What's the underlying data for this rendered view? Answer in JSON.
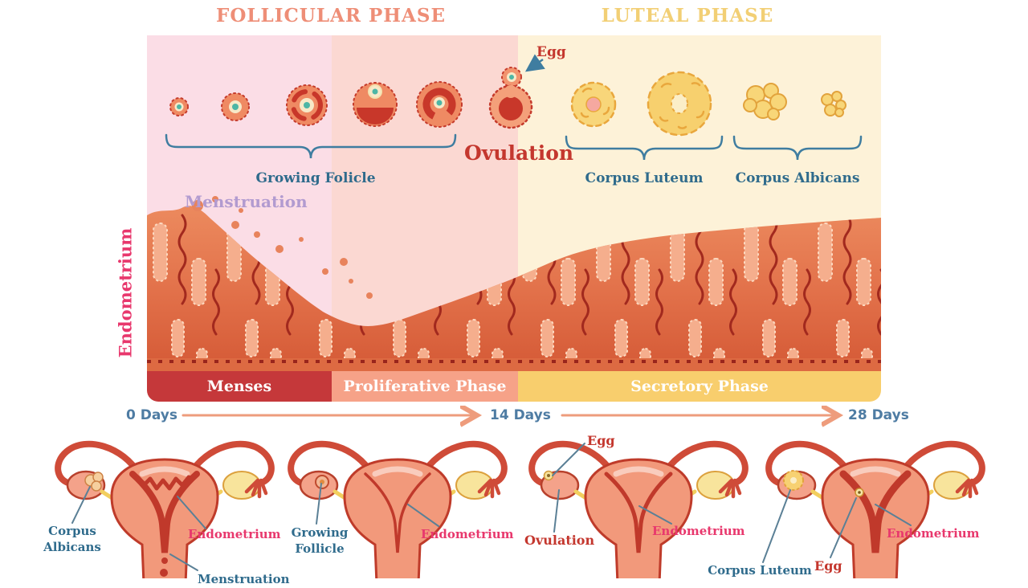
{
  "titles": {
    "follicular": "FOLLICULAR PHASE",
    "luteal": "LUTEAL PHASE"
  },
  "diagram_labels": {
    "egg": "Egg",
    "ovulation": "Ovulation",
    "growing_folicle": "Growing Folicle",
    "corpus_luteum": "Corpus Luteum",
    "corpus_albicans": "Corpus Albicans",
    "menstruation": "Menstruation",
    "endometrium_axis": "Endometrium"
  },
  "phases": [
    {
      "label": "Menses",
      "color": "#c5383a"
    },
    {
      "label": "Proliferative Phase",
      "color": "#f6a288"
    },
    {
      "label": "Secretory Phase",
      "color": "#f8ce6d"
    }
  ],
  "timeline": {
    "start": "0 Days",
    "mid": "14 Days",
    "end": "28 Days"
  },
  "uteri": [
    {
      "stage": "menses",
      "labels": {
        "feature": "Corpus Albicans",
        "endometrium": "Endometrium",
        "extra": "Menstruation"
      }
    },
    {
      "stage": "proliferative",
      "labels": {
        "feature": "Growing Follicle",
        "endometrium": "Endometrium"
      }
    },
    {
      "stage": "ovulation",
      "labels": {
        "egg": "Egg",
        "feature": "Ovulation",
        "endometrium": "Endometrium"
      }
    },
    {
      "stage": "secretory",
      "labels": {
        "feature": "Corpus Luteum",
        "egg": "Egg",
        "endometrium": "Endometrium"
      }
    }
  ],
  "colors": {
    "follicular_title": "#ee8e77",
    "luteal_title": "#f2cf75",
    "panel_follicular": "#fbdde6",
    "panel_mid": "#fbd8d2",
    "panel_luteal": "#fdf2d8",
    "red_label": "#c4372e",
    "teal_label": "#2f6b8c",
    "pink_label": "#e8386d",
    "purple_label": "#b29bd0",
    "timeline_text": "#4e7ca3",
    "tissue_orange": "#e2714a",
    "dark_red": "#c0392b"
  }
}
